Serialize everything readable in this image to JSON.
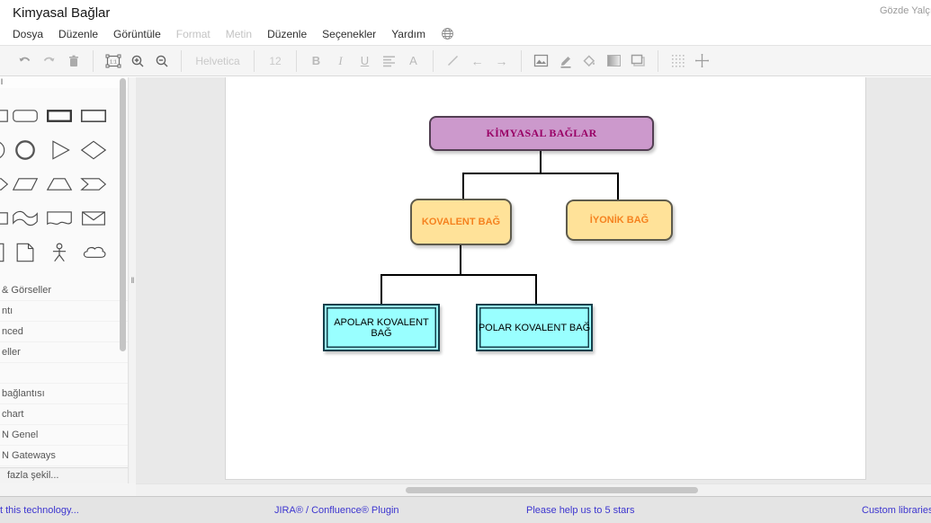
{
  "window": {
    "title": "Kimyasal Bağlar",
    "user": "Gözde Yalçın"
  },
  "menubar": {
    "items": [
      {
        "label": "Dosya",
        "enabled": true
      },
      {
        "label": "Düzenle",
        "enabled": true
      },
      {
        "label": "Görüntüle",
        "enabled": true
      },
      {
        "label": "Format",
        "enabled": false
      },
      {
        "label": "Metin",
        "enabled": false
      },
      {
        "label": "Düzenle",
        "enabled": true
      },
      {
        "label": "Seçenekler",
        "enabled": true
      },
      {
        "label": "Yardım",
        "enabled": true
      }
    ],
    "globe_icon": "language-globe"
  },
  "toolbar": {
    "icons": [
      "undo",
      "redo",
      "delete",
      "zoom-actual",
      "zoom-in",
      "zoom-out",
      "image",
      "edit-style",
      "fill-color",
      "gradient",
      "shadow",
      "grid",
      "guides",
      "line",
      "arrow-left",
      "arrow-right"
    ],
    "zoom_actual_label": "1:1",
    "font_family": "Helvetica",
    "font_size": "12",
    "bold_label": "B",
    "italic_label": "I",
    "underline_label": "U",
    "font_color_label": "A",
    "arrow_left": "←",
    "arrow_right": "→"
  },
  "sidebar": {
    "header_fragment": "l",
    "shapes": [
      "rectangle",
      "rounded-rectangle",
      "bold-rectangle",
      "rectangle-plain",
      "ellipse",
      "circle",
      "triangle",
      "diamond",
      "shape-edge",
      "parallelogram",
      "trapezoid",
      "step",
      "card",
      "wave",
      "document",
      "envelope",
      "page",
      "note",
      "actor",
      "cloud"
    ],
    "sections": [
      {
        "label": "& Görseller"
      },
      {
        "label": "ntı"
      },
      {
        "label": "nced"
      },
      {
        "label": "eller"
      },
      {
        "label": ""
      },
      {
        "label": "bağlantısı"
      },
      {
        "label": "chart"
      },
      {
        "label": "N Genel"
      },
      {
        "label": "N Gateways"
      }
    ],
    "more_shapes_label": "fazla şekil...",
    "collapse_handle": "‖"
  },
  "diagram": {
    "nodes": [
      {
        "id": "root",
        "label": "KİMYASAL BAĞLAR",
        "fill": "#cc99cc",
        "text_color": "#990066",
        "stroke": "#533f53",
        "shape": "rounded-rectangle"
      },
      {
        "id": "kovalent",
        "label": "KOVALENT BAĞ",
        "fill": "#ffe299",
        "text_color": "#f5821f",
        "stroke": "#5e5b4c",
        "shape": "rounded-rectangle"
      },
      {
        "id": "iyonik",
        "label": "İYONİK BAĞ",
        "fill": "#ffe299",
        "text_color": "#f5821f",
        "stroke": "#5e5b4c",
        "shape": "rounded-rectangle"
      },
      {
        "id": "apolar",
        "label": "APOLAR KOVALENT BAĞ",
        "fill": "#99ffff",
        "text_color": "#000000",
        "stroke": "#16404c",
        "shape": "framed-rectangle"
      },
      {
        "id": "polar",
        "label": "POLAR KOVALENT BAĞ",
        "fill": "#99ffff",
        "text_color": "#000000",
        "stroke": "#16404c",
        "shape": "framed-rectangle"
      }
    ],
    "edges": [
      {
        "from": "KİMYASAL BAĞLAR",
        "to": "KOVALENT BAĞ"
      },
      {
        "from": "KİMYASAL BAĞLAR",
        "to": "İYONİK BAĞ"
      },
      {
        "from": "KOVALENT BAĞ",
        "to": "APOLAR KOVALENT BAĞ"
      },
      {
        "from": "KOVALENT BAĞ",
        "to": "POLAR KOVALENT BAĞ"
      }
    ],
    "edge_color": "#000000"
  },
  "footer": {
    "links": [
      {
        "label": "t this technology..."
      },
      {
        "label": "JIRA® / Confluence® Plugin"
      },
      {
        "label": "Please help us to 5 stars"
      },
      {
        "label": "Custom libraries"
      }
    ]
  }
}
